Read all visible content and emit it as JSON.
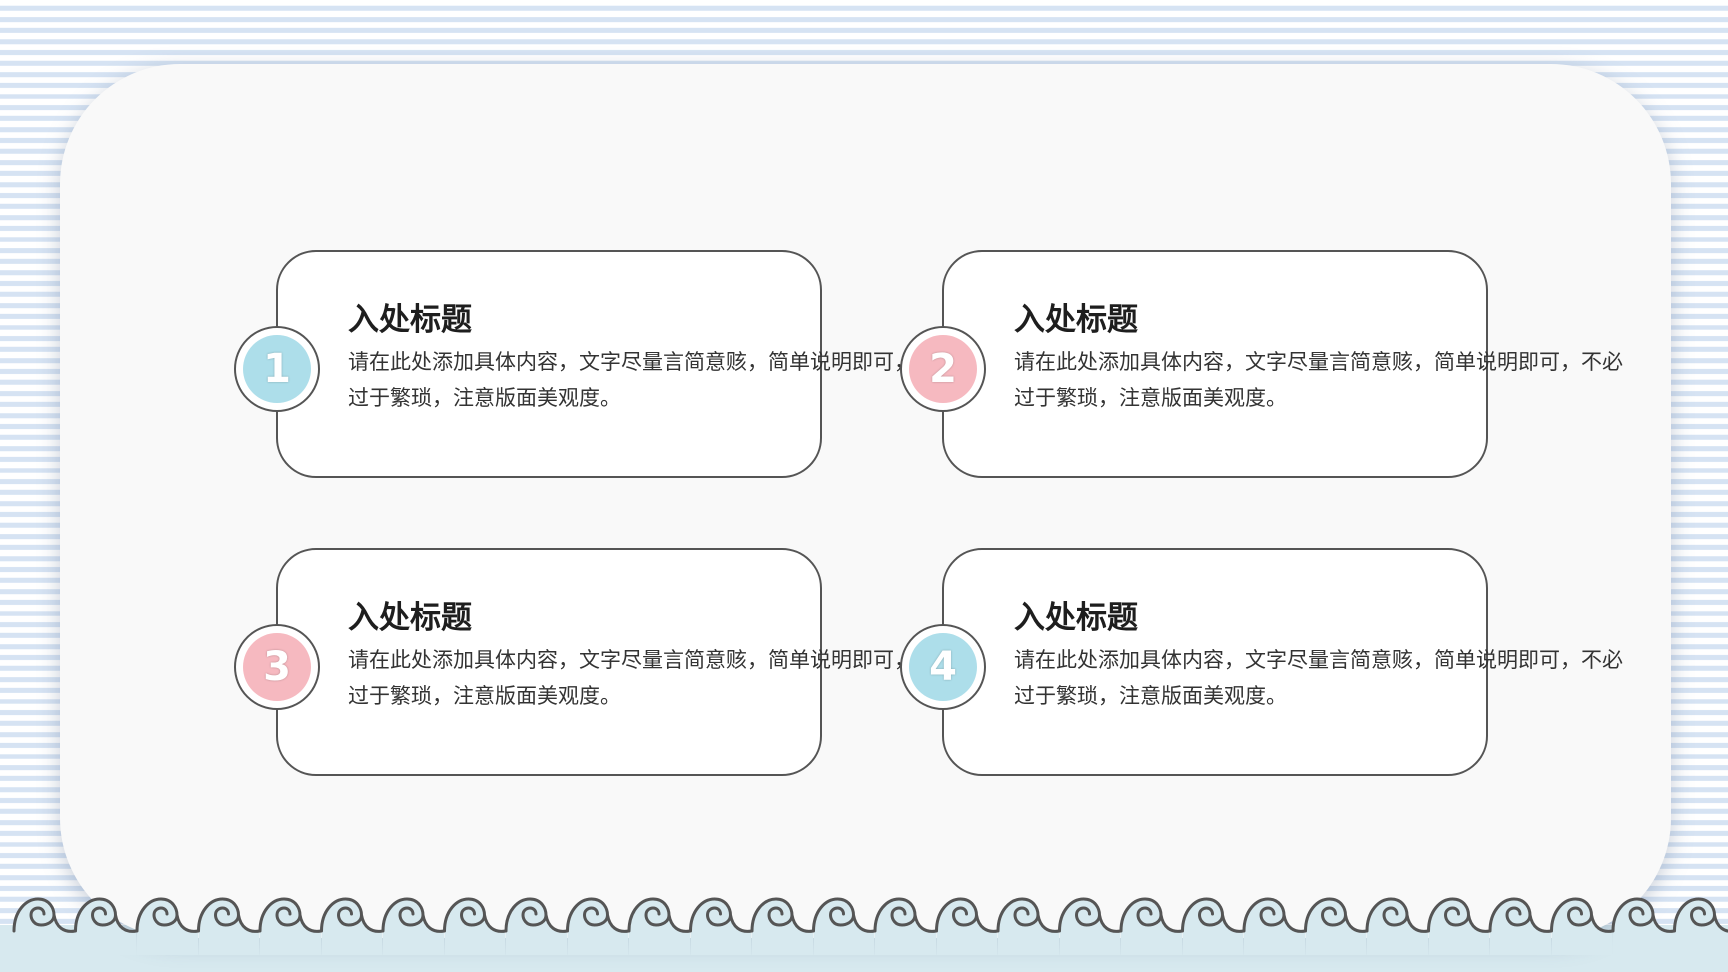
{
  "colors": {
    "pink": "#f6b9c0",
    "blue": "#addeea",
    "outline": "#555555"
  },
  "cards": [
    {
      "title": "入处标题",
      "number": "1",
      "accent": "#addeea",
      "line1": "请在此处添加具体内容，文字尽量言简意赅，简单说明即可，不必",
      "line2": "过于繁琐，注意版面美观度。"
    },
    {
      "title": "入处标题",
      "number": "2",
      "accent": "#f6b9c0",
      "line1": "请在此处添加具体内容，文字尽量言简意赅，简单说明即可，不必",
      "line2": "过于繁琐，注意版面美观度。"
    },
    {
      "title": "入处标题",
      "number": "3",
      "accent": "#f6b9c0",
      "line1": "请在此处添加具体内容，文字尽量言简意赅，简单说明即可，不必",
      "line2": "过于繁琐，注意版面美观度。"
    },
    {
      "title": "入处标题",
      "number": "4",
      "accent": "#addeea",
      "line1": "请在此处添加具体内容，文字尽量言简意赅，简单说明即可，不必",
      "line2": "过于繁琐，注意版面美观度。"
    }
  ]
}
